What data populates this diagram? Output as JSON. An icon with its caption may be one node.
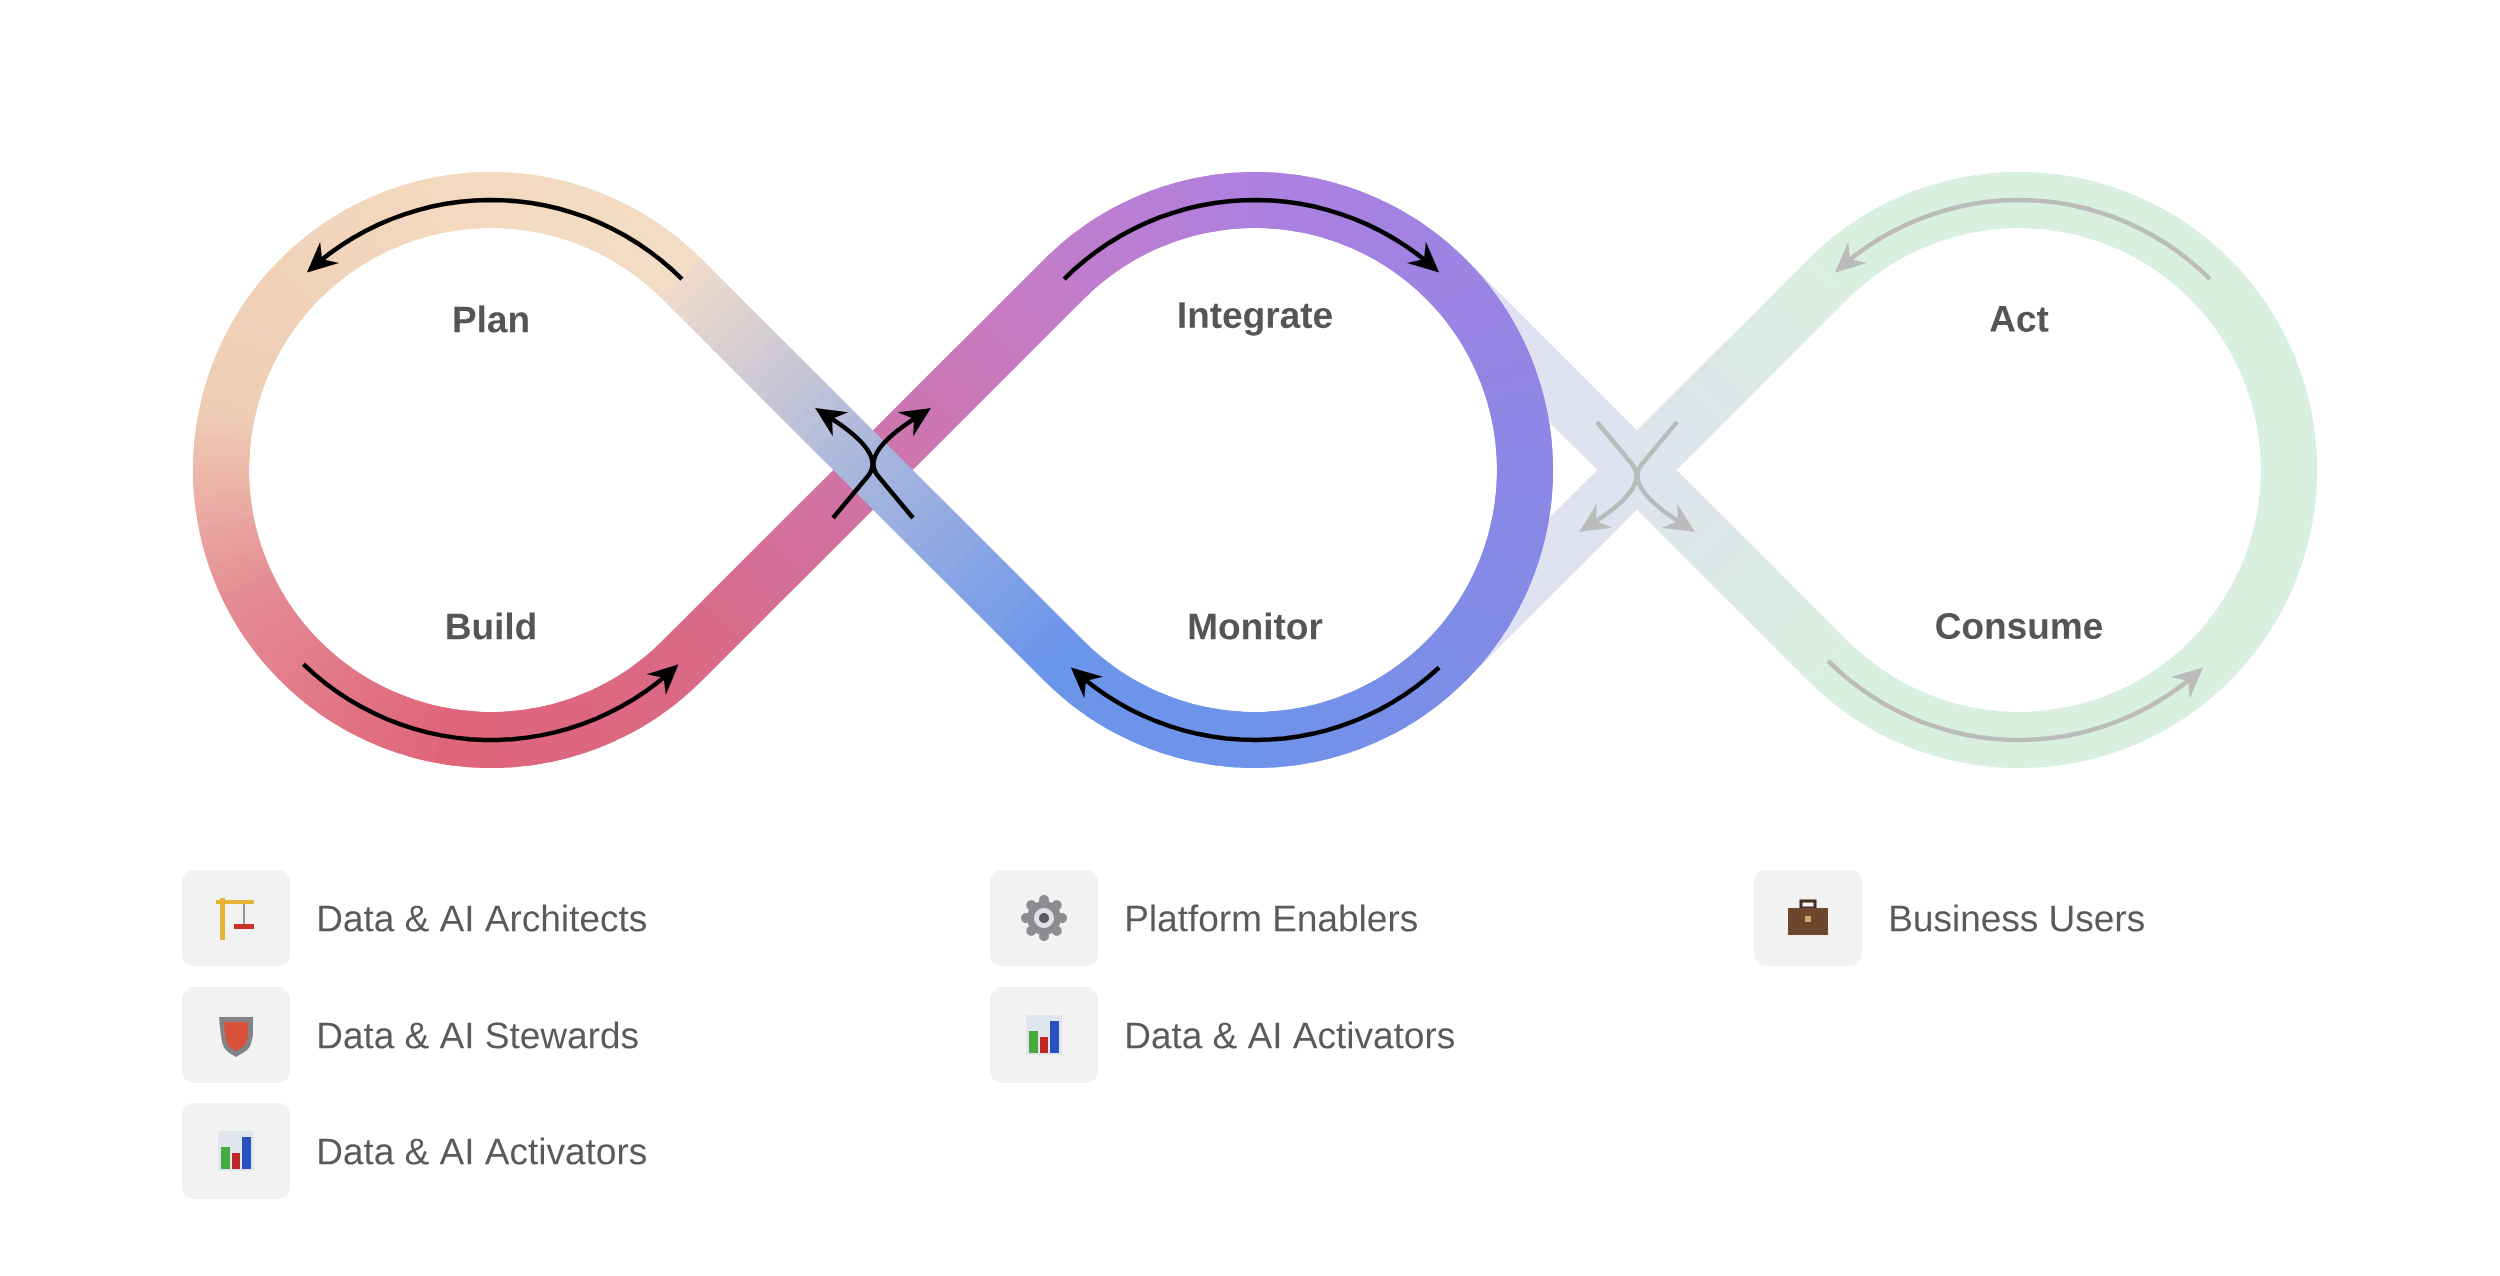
{
  "diagram": {
    "labels": [
      "Plan",
      "Integrate",
      "Act",
      "Build",
      "Monitor",
      "Consume"
    ],
    "legend": [
      {
        "text": "Data & AI Architects"
      },
      {
        "text": "Platform Enablers"
      },
      {
        "text": "Business Users"
      },
      {
        "text": "Data & AI Stewards"
      },
      {
        "text": "Data & AI Activators"
      },
      {
        "text": "Data & AI Activators"
      }
    ]
  }
}
